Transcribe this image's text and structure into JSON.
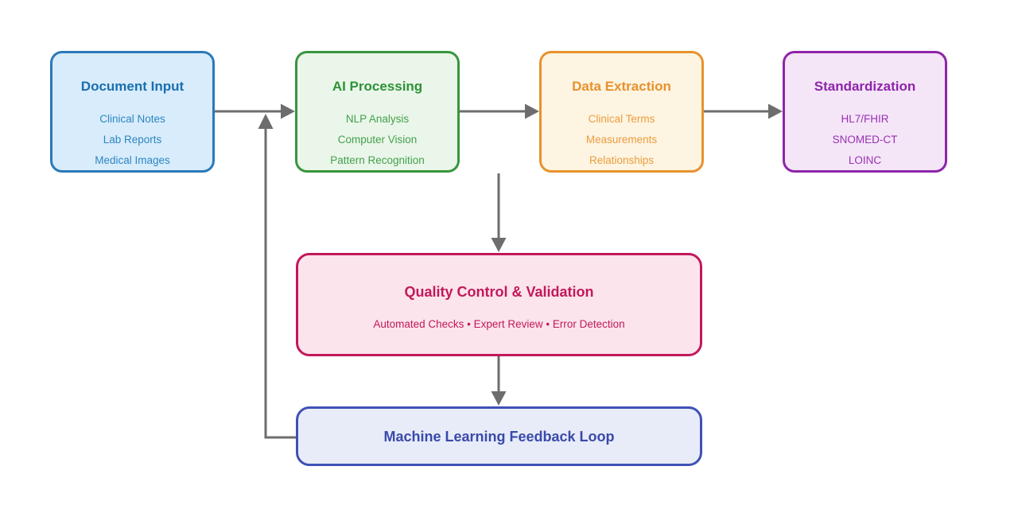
{
  "diagram": {
    "background_color": "#ffffff",
    "arrow_color": "#6d6d6d",
    "nodes": [
      {
        "id": "document-input",
        "title": "Document Input",
        "items": [
          "Clinical Notes",
          "Lab Reports",
          "Medical Images"
        ],
        "fill": "#d8ecfb",
        "border": "#2a7ab9",
        "text_color": "#2e86c1"
      },
      {
        "id": "ai-processing",
        "title": "AI Processing",
        "items": [
          "NLP Analysis",
          "Computer Vision",
          "Pattern Recognition"
        ],
        "fill": "#eaf6ea",
        "border": "#38963e",
        "text_color": "#44a04b"
      },
      {
        "id": "data-extraction",
        "title": "Data Extraction",
        "items": [
          "Clinical Terms",
          "Measurements",
          "Relationships"
        ],
        "fill": "#fdf4e2",
        "border": "#e8922c",
        "text_color": "#ec9d3d"
      },
      {
        "id": "standardization",
        "title": "Standardization",
        "items": [
          "HL7/FHIR",
          "SNOMED-CT",
          "LOINC"
        ],
        "fill": "#f4e6f7",
        "border": "#8e24aa",
        "text_color": "#9a2fb5"
      },
      {
        "id": "quality-control",
        "title": "Quality Control & Validation",
        "subtitle": "Automated Checks • Expert Review • Error Detection",
        "fill": "#fbe4ec",
        "border": "#c2185b",
        "text_color": "#c2185b"
      },
      {
        "id": "ml-feedback-loop",
        "title": "Machine Learning Feedback Loop",
        "fill": "#e8ecf8",
        "border": "#3f51b5",
        "text_color": "#3949ab"
      }
    ],
    "edges": [
      {
        "from": "document-input",
        "to": "ai-processing"
      },
      {
        "from": "ai-processing",
        "to": "data-extraction"
      },
      {
        "from": "data-extraction",
        "to": "standardization"
      },
      {
        "from": "ai-processing",
        "to": "quality-control"
      },
      {
        "from": "quality-control",
        "to": "ml-feedback-loop"
      },
      {
        "from": "ml-feedback-loop",
        "to": "ai-processing"
      }
    ]
  }
}
